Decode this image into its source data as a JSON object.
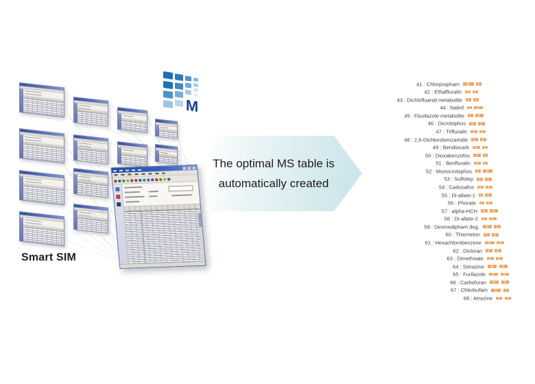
{
  "labels": {
    "smart_sim": "Smart SIM"
  },
  "arrow": {
    "line1": "The optimal MS table is",
    "line2": "automatically created"
  },
  "logo": {
    "m": "M",
    "navy": "#1c3e92",
    "blue": "#1a72b9"
  },
  "colors": {
    "bar_orange": "#eba76b",
    "bar_orange_light": "#f6c795",
    "arrow_teal": "#cde6ea",
    "window_title_blue": "#35509c"
  },
  "chart_data": {
    "type": "gantt",
    "description": "Smart SIM acquisition time windows per compound; two SIM window segments per compound drifting later in retention time",
    "bar_color": "#eba76b",
    "layout": {
      "units": "px",
      "list_top": 116.8,
      "row_height": 11.57,
      "bar_height": 4.6,
      "label_gap": 5,
      "legend": "none",
      "grid": "off"
    },
    "rows": [
      {
        "n": 41,
        "name": "Chlorpropham",
        "bars": [
          [
            675,
            16
          ],
          [
            694,
            8
          ]
        ]
      },
      {
        "n": 42,
        "name": "Ethalfluralin",
        "bars": [
          [
            678,
            8
          ],
          [
            689,
            8
          ]
        ]
      },
      {
        "n": 43,
        "name": "Dichlofluanid metabolite",
        "bars": [
          [
            679,
            8
          ],
          [
            690,
            8
          ]
        ]
      },
      {
        "n": 44,
        "name": "Naled",
        "bars": [
          [
            681,
            7
          ],
          [
            691,
            13
          ]
        ]
      },
      {
        "n": 45,
        "name": "Flusilazole metabolite",
        "bars": [
          [
            682,
            8
          ],
          [
            693,
            12
          ]
        ]
      },
      {
        "n": 46,
        "name": "Dicrotophos",
        "bars": [
          [
            684,
            10
          ],
          [
            697,
            10
          ]
        ]
      },
      {
        "n": 47,
        "name": "Trifluralin",
        "bars": [
          [
            686,
            10
          ],
          [
            699,
            9
          ]
        ]
      },
      {
        "n": 48,
        "name": "2,6-Dichlorobenzamide",
        "bars": [
          [
            687,
            10
          ],
          [
            700,
            9
          ]
        ]
      },
      {
        "n": 49,
        "name": "Bendiocarb",
        "bars": [
          [
            689,
            11
          ],
          [
            703,
            8
          ]
        ]
      },
      {
        "n": 50,
        "name": "Dioxabenzofos",
        "bars": [
          [
            690,
            11
          ],
          [
            704,
            7
          ]
        ]
      },
      {
        "n": 51,
        "name": "Benfluralin",
        "bars": [
          [
            691,
            10
          ],
          [
            704,
            7
          ]
        ]
      },
      {
        "n": 52,
        "name": "Monocrotophos",
        "bars": [
          [
            693,
            8
          ],
          [
            704,
            14
          ]
        ]
      },
      {
        "n": 53,
        "name": "Sulfotep",
        "bars": [
          [
            695,
            9
          ],
          [
            707,
            10
          ]
        ]
      },
      {
        "n": 54,
        "name": "Cadusafos",
        "bars": [
          [
            696,
            9
          ],
          [
            708,
            10
          ]
        ]
      },
      {
        "n": 55,
        "name": "Di-allate-1",
        "bars": [
          [
            698,
            6
          ],
          [
            707,
            10
          ]
        ]
      },
      {
        "n": 56,
        "name": "Phorate",
        "bars": [
          [
            699,
            7
          ],
          [
            709,
            9
          ]
        ]
      },
      {
        "n": 57,
        "name": "alpha-HCH",
        "bars": [
          [
            701,
            10
          ],
          [
            714,
            12
          ]
        ]
      },
      {
        "n": 58,
        "name": "Di-allate-2",
        "bars": [
          [
            702,
            8
          ],
          [
            713,
            11
          ]
        ]
      },
      {
        "n": 59,
        "name": "Desmedipham deg.",
        "bars": [
          [
            704,
            13
          ],
          [
            720,
            10
          ]
        ]
      },
      {
        "n": 60,
        "name": "Thiometon",
        "bars": [
          [
            705,
            9
          ],
          [
            717,
            10
          ]
        ]
      },
      {
        "n": 61,
        "name": "Hexachlorobenzene",
        "bars": [
          [
            707,
            14
          ],
          [
            724,
            11
          ]
        ]
      },
      {
        "n": 62,
        "name": "Dicloran",
        "bars": [
          [
            708,
            10
          ],
          [
            721,
            10
          ]
        ]
      },
      {
        "n": 63,
        "name": "Dimethoate",
        "bars": [
          [
            710,
            10
          ],
          [
            723,
            10
          ]
        ]
      },
      {
        "n": 64,
        "name": "Simazine",
        "bars": [
          [
            711,
            13
          ],
          [
            728,
            12
          ]
        ]
      },
      {
        "n": 65,
        "name": "Furilazole",
        "bars": [
          [
            713,
            13
          ],
          [
            730,
            12
          ]
        ]
      },
      {
        "n": 66,
        "name": "Carbofuran",
        "bars": [
          [
            714,
            13
          ],
          [
            731,
            11
          ]
        ]
      },
      {
        "n": 67,
        "name": "Chlorbufam",
        "bars": [
          [
            716,
            14
          ],
          [
            734,
            8
          ]
        ]
      },
      {
        "n": 68,
        "name": "Atrazine",
        "bars": [
          [
            723,
            9
          ],
          [
            736,
            9
          ]
        ]
      }
    ]
  }
}
